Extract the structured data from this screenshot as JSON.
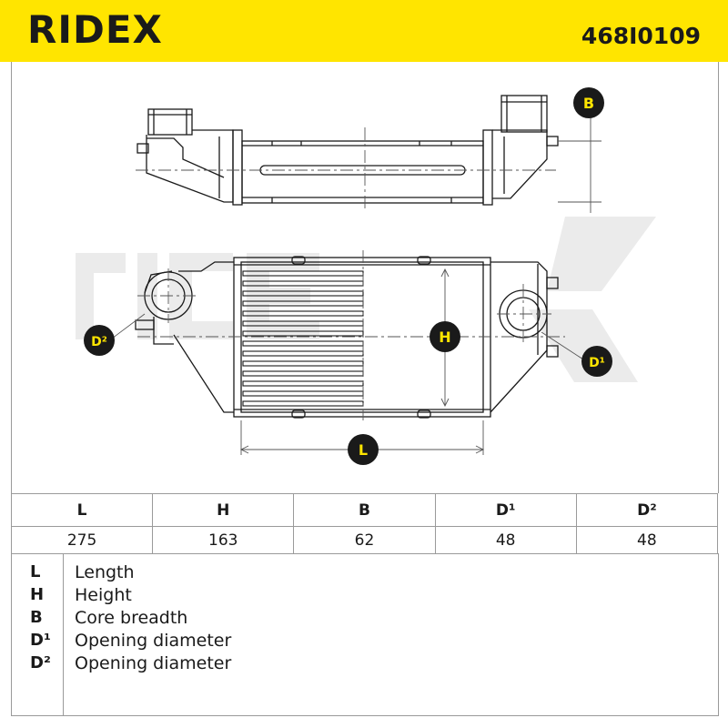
{
  "header": {
    "brand": "RIDEX",
    "part_number": "468I0109",
    "background_color": "#ffe500"
  },
  "drawing": {
    "watermark_icon": "ridex-watermark-logo",
    "labels": {
      "B": "B",
      "H": "H",
      "L": "L",
      "D1": "D¹",
      "D2": "D²"
    }
  },
  "dimensions_table": {
    "headers": [
      "L",
      "H",
      "B",
      "D¹",
      "D²"
    ],
    "values": [
      "275",
      "163",
      "62",
      "48",
      "48"
    ]
  },
  "legend": [
    {
      "symbol": "L",
      "description": "Length"
    },
    {
      "symbol": "H",
      "description": "Height"
    },
    {
      "symbol": "B",
      "description": "Core breadth"
    },
    {
      "symbol": "D¹",
      "description": "Opening diameter"
    },
    {
      "symbol": "D²",
      "description": "Opening diameter"
    }
  ]
}
